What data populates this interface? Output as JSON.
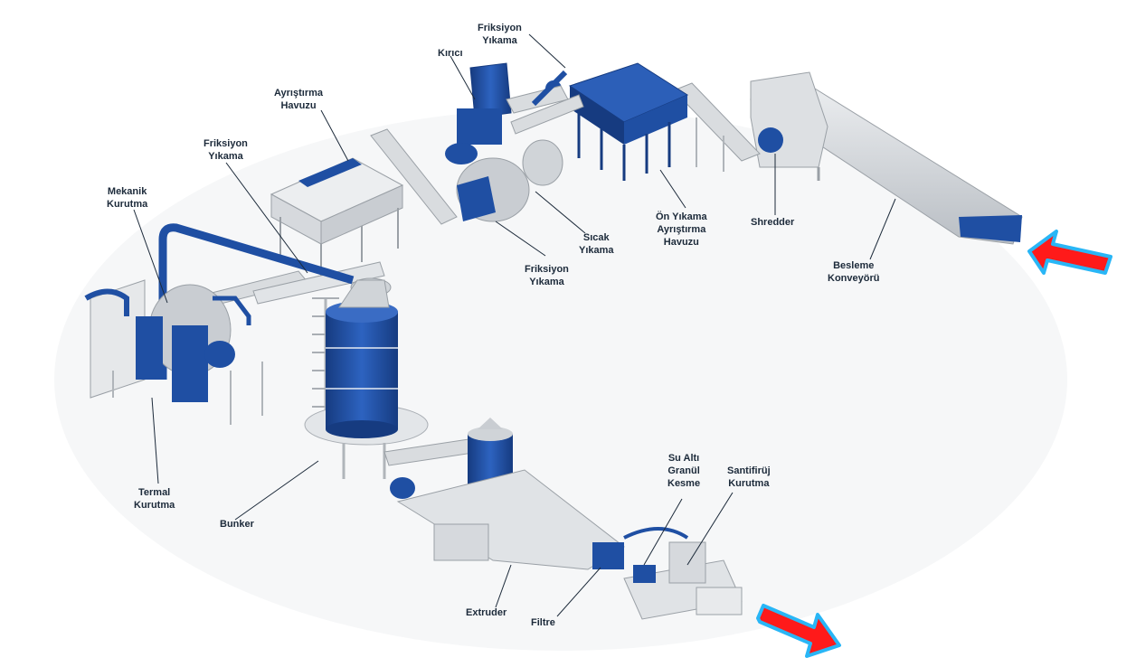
{
  "colors": {
    "machine_blue": "#1f4fa3",
    "machine_blue_dark": "#163b80",
    "frame_grey": "#d6d9dd",
    "frame_grey_dark": "#a9aeb4",
    "label_text": "#1c2a3a",
    "arrow_fill": "#ff1a1a",
    "arrow_outline": "#29b6f6"
  },
  "labels": {
    "friksiyon_top": [
      "Friksiyon",
      "Yıkama"
    ],
    "kirici": [
      "Kırıcı"
    ],
    "ayristirma": [
      "Ayrıştırma",
      "Havuzu"
    ],
    "friksiyon_mid": [
      "Friksiyon",
      "Yıkama"
    ],
    "mekanik": [
      "Mekanik",
      "Kurutma"
    ],
    "sicak": [
      "Sıcak",
      "Yıkama"
    ],
    "friksiyon_low": [
      "Friksiyon",
      "Yıkama"
    ],
    "on_yikama": [
      "Ön Yıkama",
      "Ayrıştırma",
      "Havuzu"
    ],
    "shredder": [
      "Shredder"
    ],
    "besleme": [
      "Besleme",
      "Konveyörü"
    ],
    "termal": [
      "Termal",
      "Kurutma"
    ],
    "bunker": [
      "Bunker"
    ],
    "su_alti": [
      "Su Altı",
      "Granül",
      "Kesme"
    ],
    "santrifuj": [
      "Santifirüj",
      "Kurutma"
    ],
    "extruder": [
      "Extruder"
    ],
    "filtre": [
      "Filtre"
    ]
  },
  "icons": {
    "input_arrow": "red-arrow-icon",
    "output_arrow": "red-arrow-icon"
  }
}
